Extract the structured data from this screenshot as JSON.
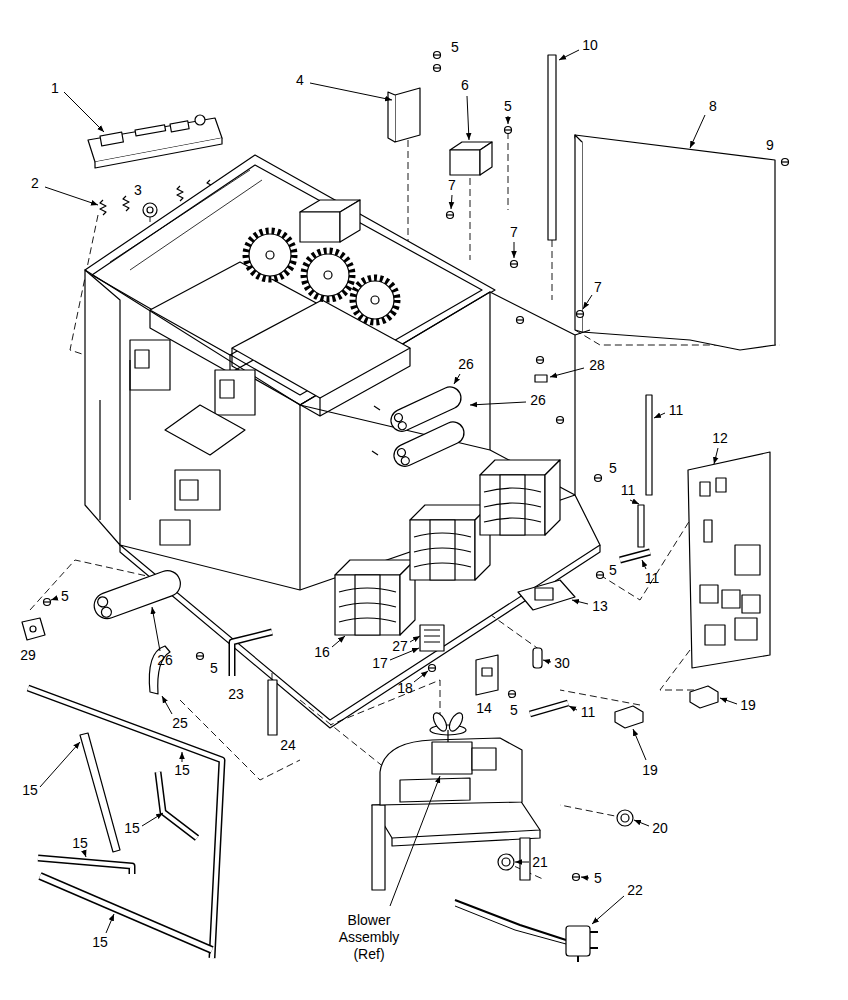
{
  "diagram": {
    "labels": [
      "1",
      "2",
      "3",
      "4",
      "5",
      "6",
      "5",
      "10",
      "8",
      "9",
      "7",
      "7",
      "7",
      "26",
      "26",
      "28",
      "11",
      "12",
      "5",
      "11",
      "11",
      "5",
      "13",
      "16",
      "27",
      "17",
      "18",
      "14",
      "5",
      "30",
      "19",
      "19",
      "11",
      "5",
      "29",
      "26",
      "25",
      "5",
      "23",
      "24",
      "15",
      "15",
      "15",
      "15",
      "15",
      "20",
      "5",
      "21",
      "22",
      "Blower Assembly (Ref)"
    ]
  }
}
